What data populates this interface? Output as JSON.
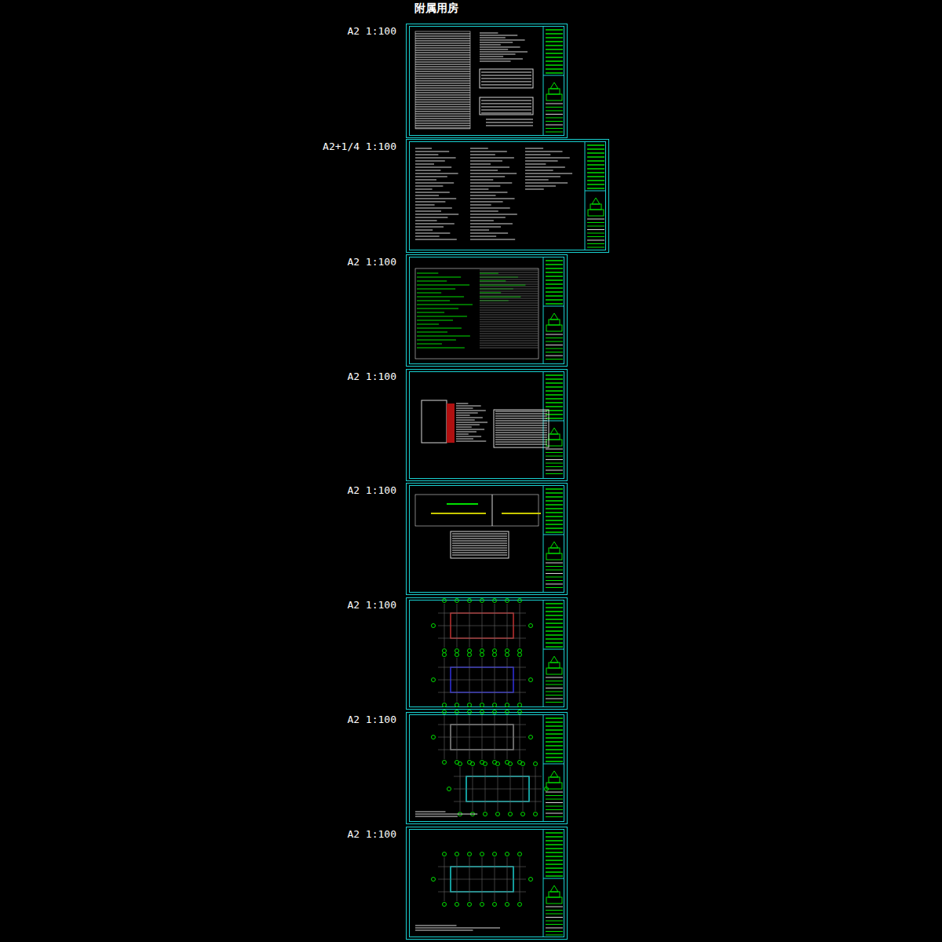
{
  "diagram": {
    "title": "附属用房",
    "nodes": [
      {
        "text": [
          "A2  1:100"
        ]
      },
      {
        "text": [
          "A2+1/4  1:100"
        ]
      },
      {
        "text": [
          "A2  1:100"
        ]
      },
      {
        "text": [
          "A2  1:100"
        ]
      },
      {
        "text": [
          "A2  1:100"
        ]
      },
      {
        "text": [
          "A2  1:100"
        ]
      },
      {
        "text": [
          "A2  1:100"
        ]
      },
      {
        "text": [
          "A2  1:100"
        ]
      }
    ]
  }
}
